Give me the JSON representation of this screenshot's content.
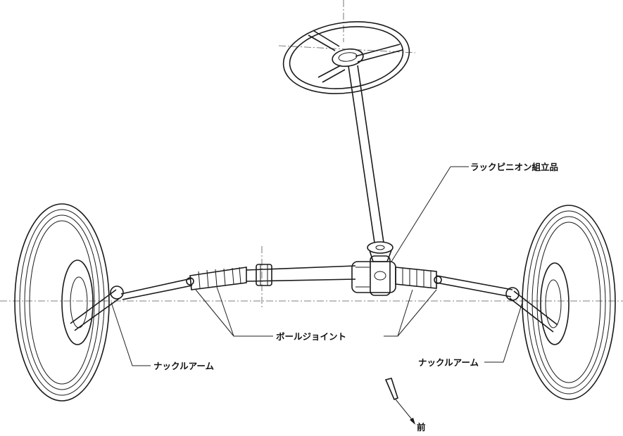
{
  "labels": {
    "rack_pinion": "ラックピニオン組立品",
    "ball_joint": "ボールジョイント",
    "knuckle_left": "ナックルアーム",
    "knuckle_right": "ナックルアーム",
    "front": "前"
  }
}
